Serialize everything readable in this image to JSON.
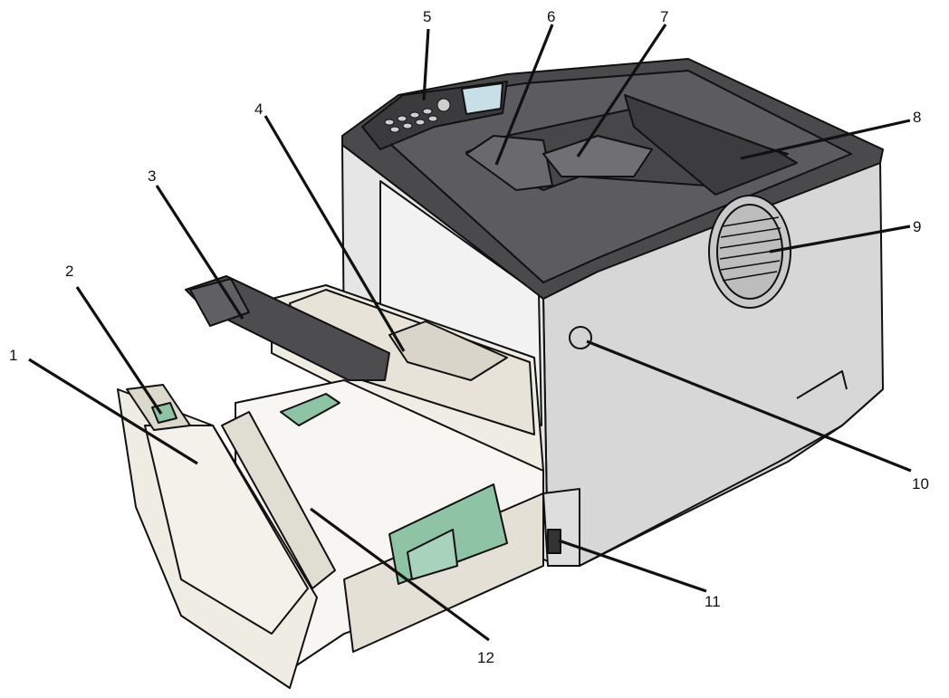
{
  "colors": {
    "outline": "#111111",
    "dark_top": "#4a4a4d",
    "dark_top_light": "#5c5c60",
    "body_light": "#dcdcdc",
    "body_mid": "#c9c9c9",
    "tray_cream": "#efece4",
    "tray_shadow": "#d9d5ca",
    "green_guide": "#8ec3a6",
    "panel_screen": "#c8dfe8"
  },
  "callouts": [
    {
      "id": 1,
      "label": "1"
    },
    {
      "id": 2,
      "label": "2"
    },
    {
      "id": 3,
      "label": "3"
    },
    {
      "id": 4,
      "label": "4"
    },
    {
      "id": 5,
      "label": "5"
    },
    {
      "id": 6,
      "label": "6"
    },
    {
      "id": 7,
      "label": "7"
    },
    {
      "id": 8,
      "label": "8"
    },
    {
      "id": 9,
      "label": "9"
    },
    {
      "id": 10,
      "label": "10"
    },
    {
      "id": 11,
      "label": "11"
    },
    {
      "id": 12,
      "label": "12"
    }
  ]
}
